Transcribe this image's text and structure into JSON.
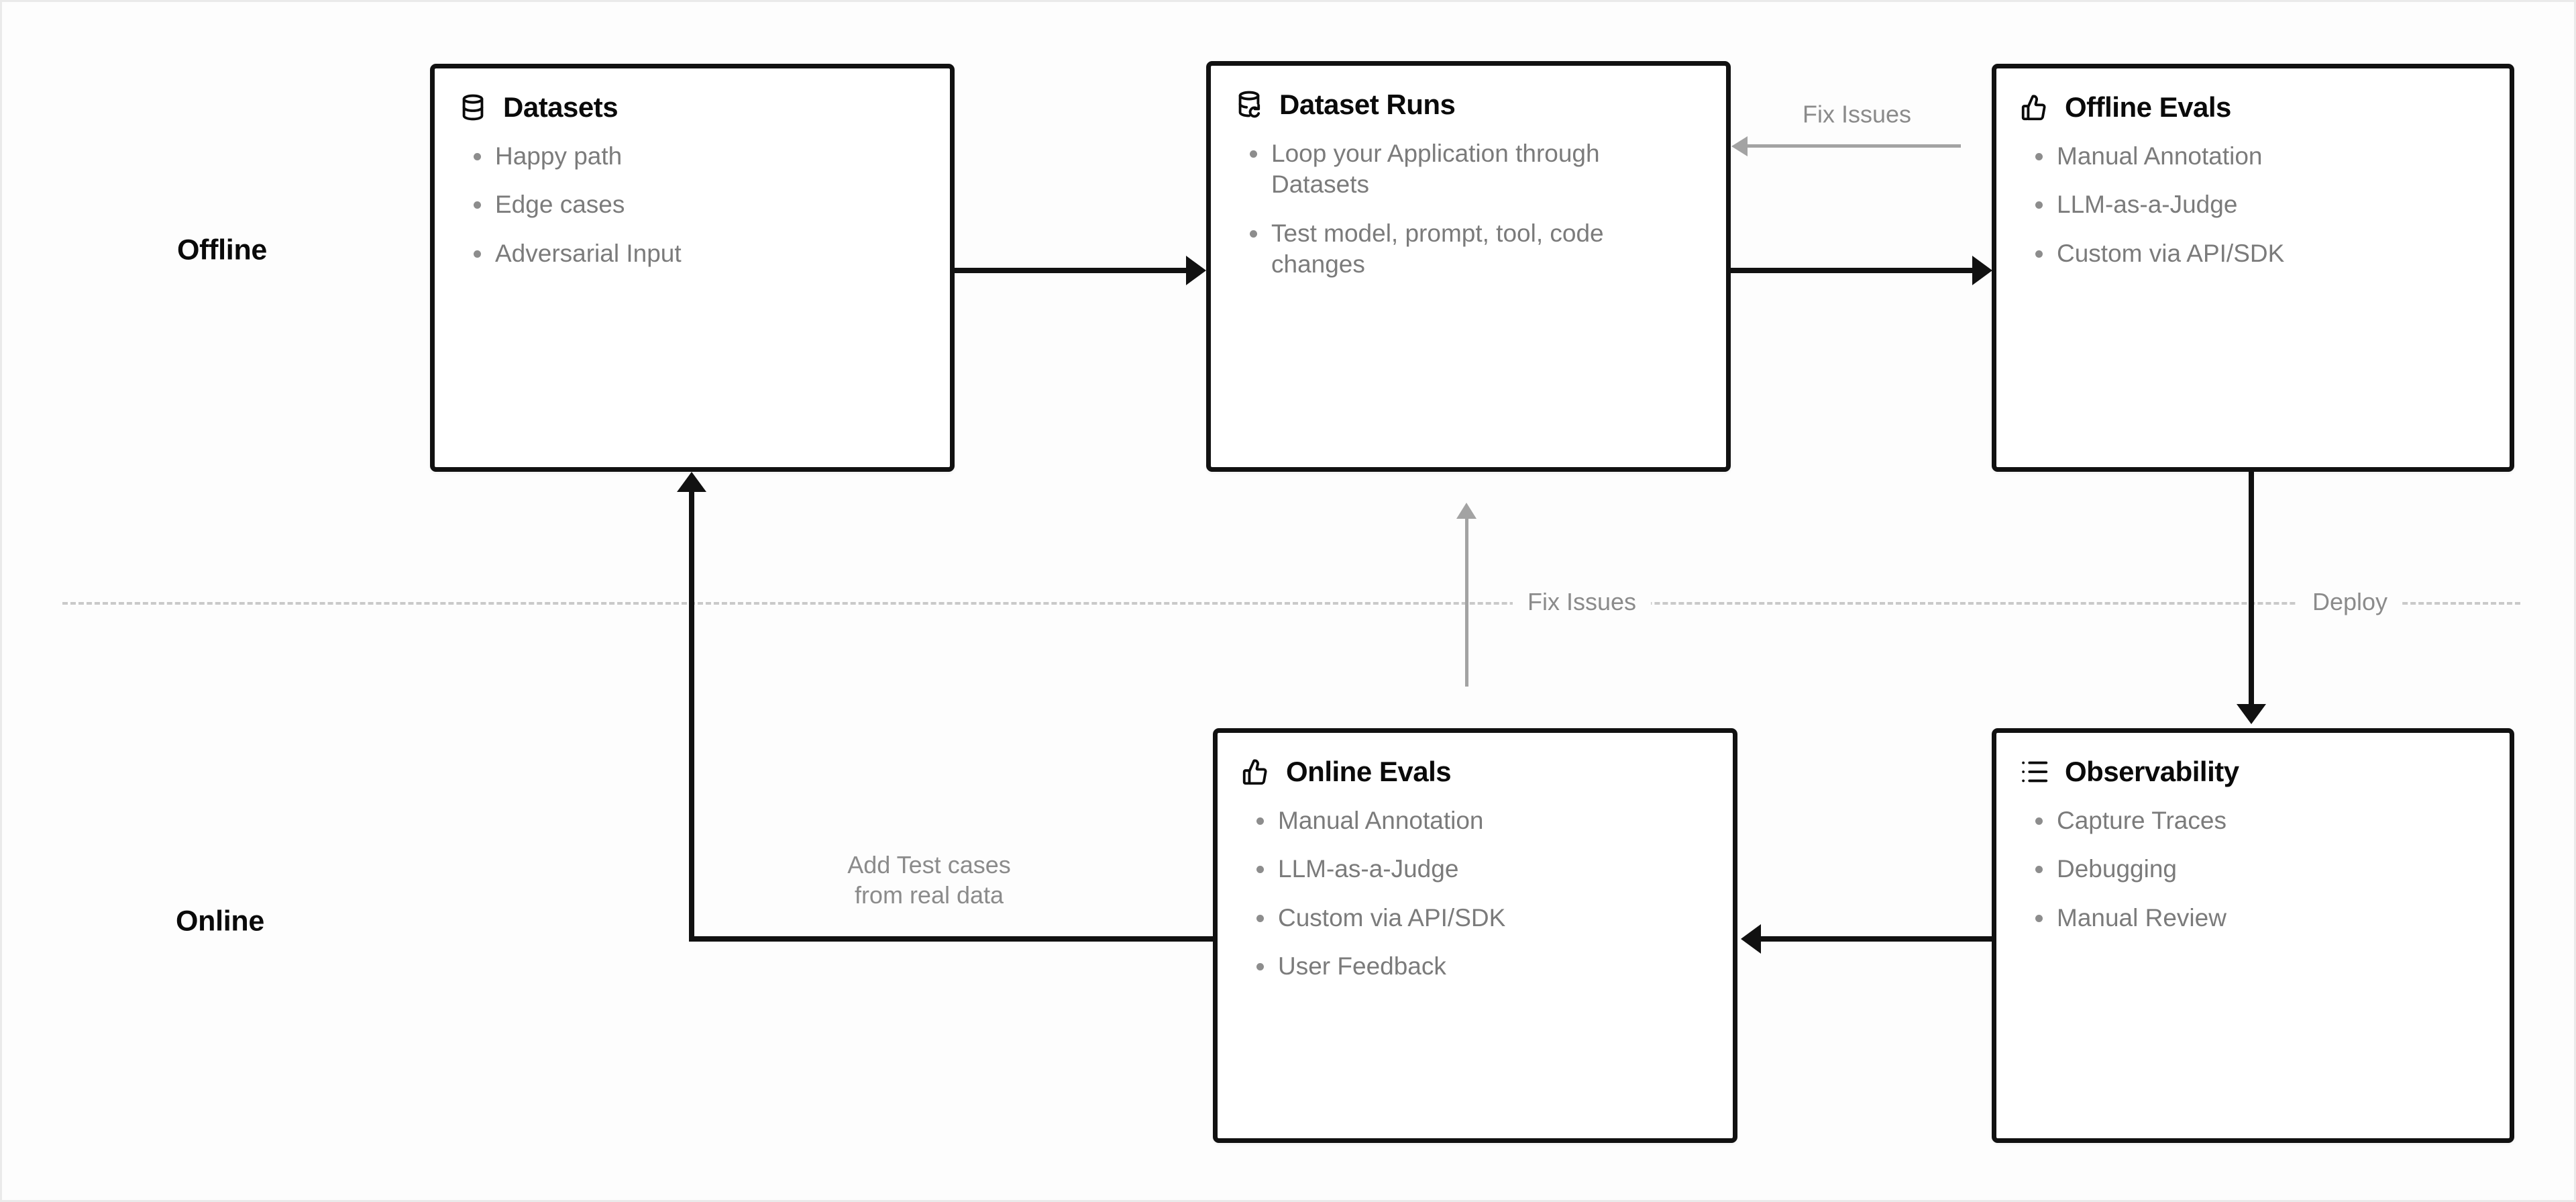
{
  "diagram": {
    "lanes": [
      {
        "label": "Offline"
      },
      {
        "label": "Online"
      }
    ],
    "divider_labels": [
      {
        "label": "Fix Issues"
      },
      {
        "label": "Deploy"
      }
    ],
    "nodes": [
      {
        "id": "datasets",
        "title": "Datasets",
        "icon": "database-icon",
        "items": [
          "Happy path",
          "Edge cases",
          "Adversarial Input"
        ]
      },
      {
        "id": "dataset-runs",
        "title": "Dataset Runs",
        "icon": "database-refresh-icon",
        "items": [
          "Loop your Application through Datasets",
          "Test model, prompt, tool, code changes"
        ]
      },
      {
        "id": "offline-evals",
        "title": "Offline Evals",
        "icon": "thumbs-up-icon",
        "items": [
          "Manual Annotation",
          "LLM-as-a-Judge",
          "Custom via API/SDK"
        ]
      },
      {
        "id": "online-evals",
        "title": "Online Evals",
        "icon": "thumbs-up-icon",
        "items": [
          "Manual Annotation",
          "LLM-as-a-Judge",
          "Custom via API/SDK",
          "User Feedback"
        ]
      },
      {
        "id": "observability",
        "title": "Observability",
        "icon": "list-tree-icon",
        "items": [
          "Capture Traces",
          "Debugging",
          "Manual Review"
        ]
      }
    ],
    "edge_labels": [
      {
        "id": "fix-issues-top",
        "label": "Fix Issues"
      },
      {
        "id": "add-test-cases",
        "label": "Add Test cases\nfrom real data"
      }
    ],
    "colors": {
      "node_border": "#111111",
      "node_title": "#0a0a0a",
      "bullet_text": "#7b7b7b",
      "edge_black": "#111111",
      "edge_gray": "#a3a3a3",
      "divider": "#c9c9c9",
      "canvas": "#fdfdfd"
    }
  }
}
